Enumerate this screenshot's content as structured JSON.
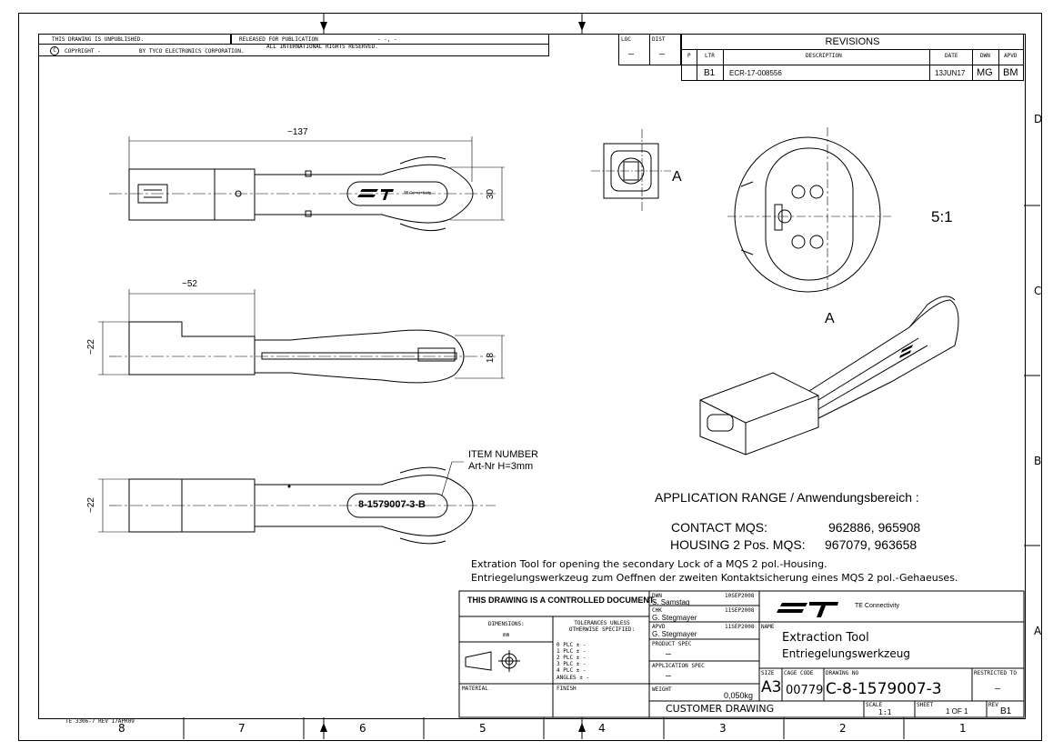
{
  "header": {
    "unpublished": "THIS DRAWING IS UNPUBLISHED.",
    "released": "RELEASED FOR PUBLICATION",
    "released_value": "- -, -",
    "copyright": "COPYRIGHT  -",
    "by": "BY TYCO ELECTRONICS CORPORATION.",
    "rights": "ALL INTERNATIONAL RIGHTS RESERVED.",
    "loc_label": "LOC",
    "loc_value": "—",
    "dist_label": "DIST",
    "dist_value": "—"
  },
  "revisions": {
    "title": "REVISIONS",
    "col_p": "P",
    "col_ltr": "LTR",
    "col_desc": "DESCRIPTION",
    "col_date": "DATE",
    "col_dwn": "DWN",
    "col_apvd": "APVD",
    "row": {
      "ltr": "B1",
      "desc": "ECR-17-008556",
      "date": "13JUN17",
      "dwn": "MG",
      "apvd": "BM"
    }
  },
  "zones": {
    "rows": [
      "D",
      "C",
      "B",
      "A"
    ],
    "cols": [
      "8",
      "7",
      "6",
      "5",
      "4",
      "3",
      "2",
      "1"
    ]
  },
  "dims": {
    "len_top": "~137",
    "h_top": "30",
    "len_mid": "~52",
    "h_mid_left": "~22",
    "h_mid_right": "18",
    "h_bot_left": "~22"
  },
  "labels": {
    "view_a": "A",
    "view_a_iso": "A",
    "scale": "5:1",
    "item_number": "ITEM NUMBER",
    "item_number_sub": "Art-Nr H=3mm",
    "part_marking": "8-1579007-3-B",
    "logo_small": "TE Connectivity"
  },
  "application": {
    "title": "APPLICATION RANGE / Anwendungsbereich :",
    "contact_label": "CONTACT MQS:",
    "contact_values": "962886, 965908",
    "housing_label": "HOUSING 2 Pos. MQS:",
    "housing_values": "967079, 963658",
    "desc_en": "Extration Tool for opening the secondary Lock of a MQS 2 pol.-Housing.",
    "desc_de": "Entriegelungswerkzeug zum Oeffnen der zweiten Kontaktsicherung eines MQS 2 pol.-Gehaeuses."
  },
  "titleblock": {
    "controlled": "THIS DRAWING IS A CONTROLLED DOCUMENT.",
    "dimensions_label": "DIMENSIONS:",
    "dimensions_unit": "mm",
    "tolerances": "TOLERANCES UNLESS OTHERWISE SPECIFIED:",
    "plc0": "0 PLC      ± -",
    "plc1": "1 PLC      ± -",
    "plc2": "2 PLC      ± -",
    "plc3": "3 PLC      ± -",
    "plc4": "4 PLC      ± -",
    "angles": "ANGLES          ± -",
    "material": "MATERIAL",
    "finish": "FINISH",
    "dwn_label": "DWN",
    "dwn_name": "S. Samstag",
    "dwn_date": "10SEP2008",
    "chk_label": "CHK",
    "chk_name": "G. Stegmayer",
    "chk_date": "11SEP2008",
    "apvd_label": "APVD",
    "apvd_name": "G. Stegmayer",
    "apvd_date": "11SEP2008",
    "product_spec": "PRODUCT SPEC",
    "product_spec_value": "—",
    "application_spec": "APPLICATION SPEC",
    "application_spec_value": "—",
    "weight": "WEIGHT",
    "weight_value": "0,050kg",
    "company": "TE Connectivity",
    "name_label": "NAME",
    "name_en": "Extraction Tool",
    "name_de": "Entriegelungswerkzeug",
    "size_label": "SIZE",
    "size_value": "A3",
    "cage_label": "CAGE CODE",
    "cage_value": "00779",
    "drawing_no_label": "DRAWING NO",
    "drawing_no": "C-8-1579007-3",
    "restricted_label": "RESTRICTED TO",
    "restricted_value": "—",
    "customer": "CUSTOMER DRAWING",
    "scale_label": "SCALE",
    "scale_value": "1:1",
    "sheet_label": "SHEET",
    "sheet_value": "1  OF  1",
    "rev_label": "REV",
    "rev_value": "B1",
    "form": "TE 3306-7 REV 17APR09"
  }
}
